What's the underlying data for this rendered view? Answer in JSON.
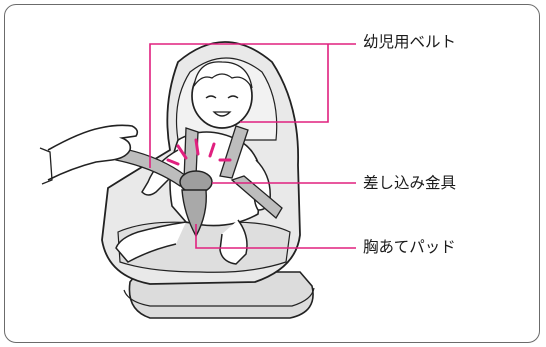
{
  "labels": {
    "infant_belt": "幼児用ベルト",
    "buckle": "差し込み金具",
    "chest_pad": "胸あてパッド"
  },
  "colors": {
    "leader_line": "#e0207f",
    "seat_fill": "#e9e9e9",
    "strap_fill": "#bdbdbd",
    "pad_fill": "#a9a9a9",
    "outline": "#222222",
    "frame_border": "#6b6b6b"
  },
  "icons": {
    "motion_marks": "pink-burst-icon"
  }
}
